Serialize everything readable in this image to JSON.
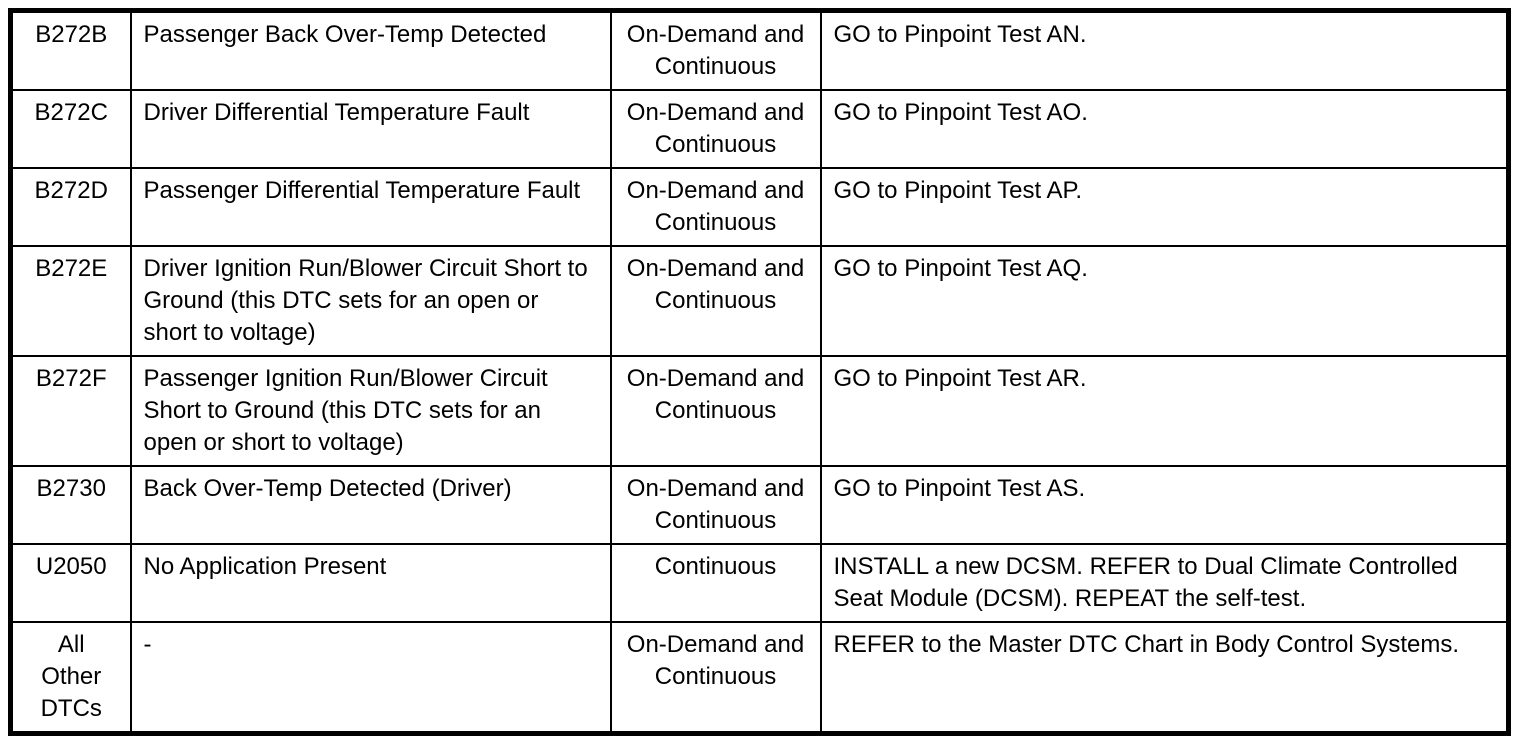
{
  "page": {
    "background_color": "#ffffff",
    "text_color": "#000000",
    "border_color": "#000000"
  },
  "table": {
    "name": "dtc-index-table",
    "columns": [
      "dtc",
      "description",
      "self_test_type",
      "action"
    ],
    "rows": [
      {
        "dtc": "B272B",
        "description": "Passenger Back Over-Temp Detected",
        "self_test_type": "On-Demand and Continuous",
        "action": "GO to Pinpoint Test AN."
      },
      {
        "dtc": "B272C",
        "description": "Driver Differential Temperature Fault",
        "self_test_type": "On-Demand and Continuous",
        "action": "GO to Pinpoint Test AO."
      },
      {
        "dtc": "B272D",
        "description": "Passenger Differential Temperature Fault",
        "self_test_type": "On-Demand and Continuous",
        "action": "GO to Pinpoint Test AP."
      },
      {
        "dtc": "B272E",
        "description": "Driver Ignition Run/Blower Circuit Short to Ground (this DTC sets for an open or short to voltage)",
        "self_test_type": "On-Demand and Continuous",
        "action": "GO to Pinpoint Test AQ."
      },
      {
        "dtc": "B272F",
        "description": "Passenger Ignition Run/Blower Circuit Short to Ground (this DTC sets for an open or short to voltage)",
        "self_test_type": "On-Demand and Continuous",
        "action": "GO to Pinpoint Test AR."
      },
      {
        "dtc": "B2730",
        "description": "Back Over-Temp Detected (Driver)",
        "self_test_type": "On-Demand and Continuous",
        "action": "GO to Pinpoint Test AS."
      },
      {
        "dtc": "U2050",
        "description": "No Application Present",
        "self_test_type": "Continuous",
        "action": "INSTALL a new DCSM. REFER to Dual Climate Controlled Seat Module (DCSM). REPEAT the self-test."
      },
      {
        "dtc": "All Other DTCs",
        "description": "-",
        "self_test_type": "On-Demand and Continuous",
        "action": "REFER to the Master DTC Chart in Body Control Systems."
      }
    ]
  }
}
